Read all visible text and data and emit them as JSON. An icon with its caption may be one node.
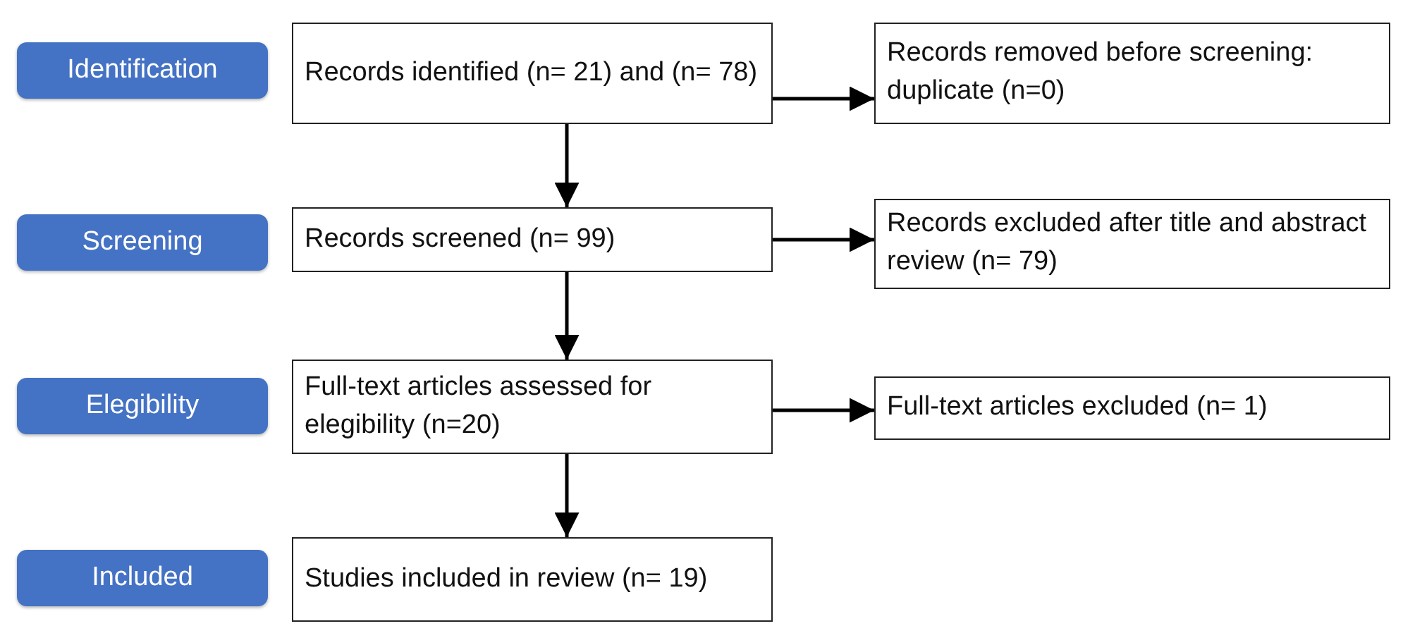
{
  "diagram": {
    "nodes": [
      {
        "text": [
          "Identification"
        ]
      },
      {
        "text": [
          "Records identified (n= 21) and (n= 78)"
        ]
      },
      {
        "text": [
          "Records removed before screening: duplicate (n=0)"
        ]
      },
      {
        "text": [
          "Screening"
        ]
      },
      {
        "text": [
          "Records screened (n= 99)"
        ]
      },
      {
        "text": [
          "Records excluded after title and abstract review (n= 79)"
        ]
      },
      {
        "text": [
          "Elegibility"
        ]
      },
      {
        "text": [
          "Full-text articles assessed for elegibility (n=20)"
        ]
      },
      {
        "text": [
          "Full-text articles excluded (n= 1)"
        ]
      },
      {
        "text": [
          "Included"
        ]
      },
      {
        "text": [
          "Studies included in review  (n= 19)"
        ]
      }
    ],
    "edges": [
      {
        "from": 1,
        "to": 2,
        "arrow": "to"
      },
      {
        "from": 1,
        "to": 4,
        "arrow": "to"
      },
      {
        "from": 4,
        "to": 5,
        "arrow": "to"
      },
      {
        "from": 4,
        "to": 7,
        "arrow": "to"
      },
      {
        "from": 7,
        "to": 8,
        "arrow": "to"
      },
      {
        "from": 7,
        "to": 10,
        "arrow": "to"
      }
    ]
  }
}
